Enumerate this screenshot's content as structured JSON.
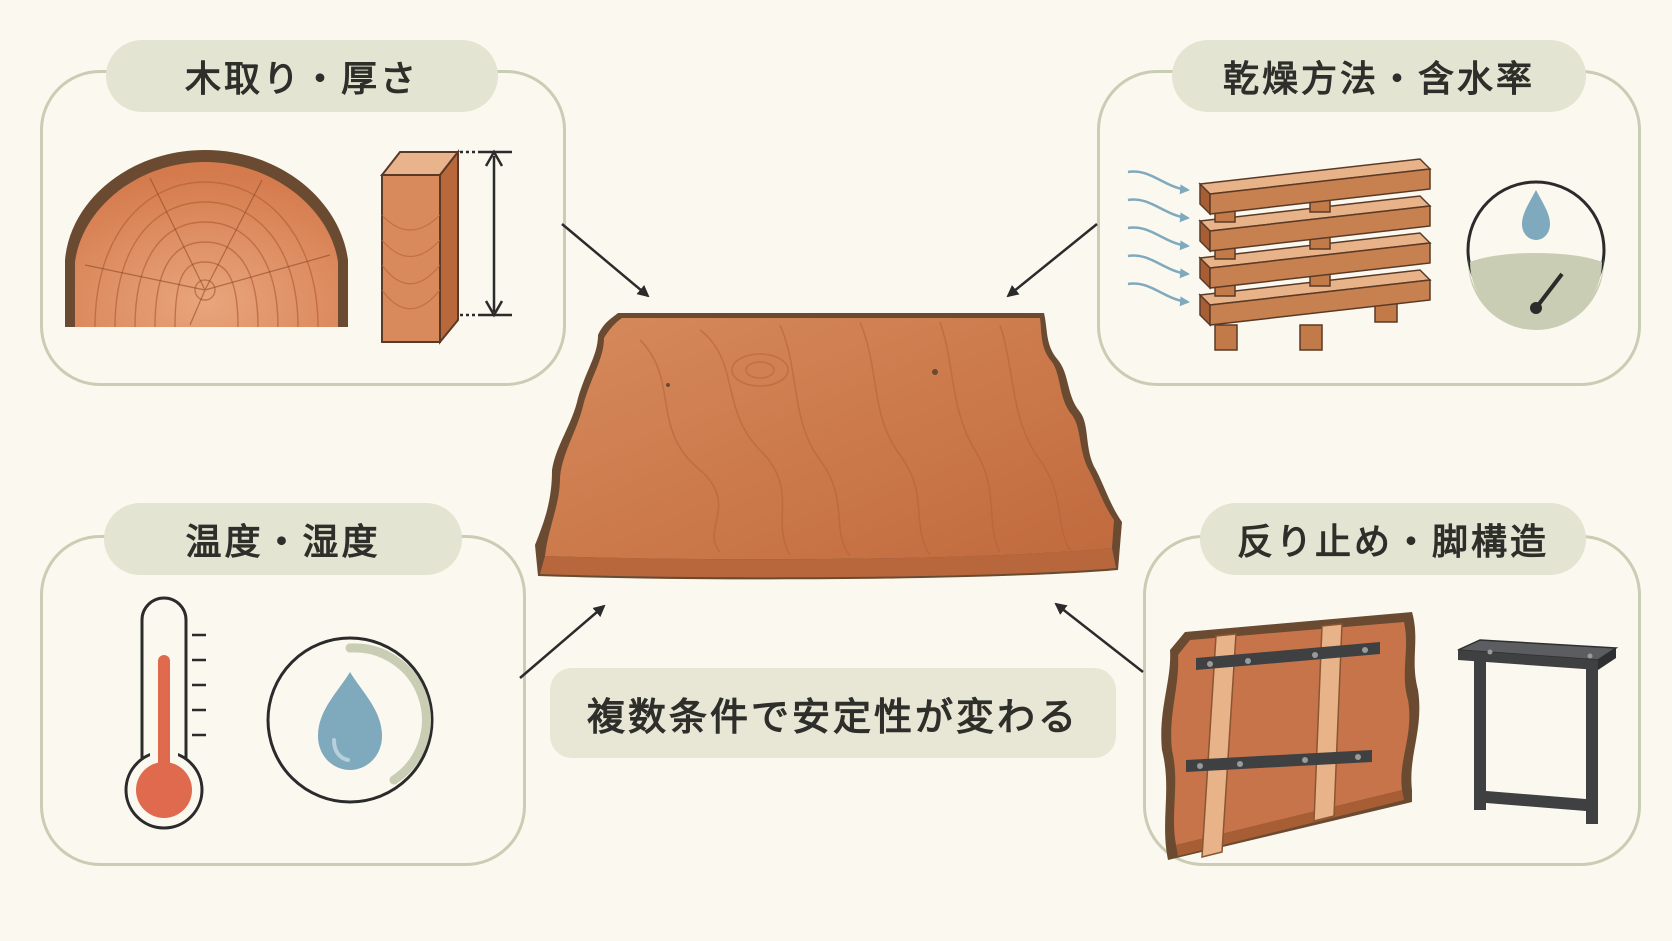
{
  "factors": {
    "cutting": {
      "label": "木取り・厚さ"
    },
    "drying": {
      "label": "乾燥方法・含水率"
    },
    "climate": {
      "label": "温度・湿度"
    },
    "support": {
      "label": "反り止め・脚構造"
    }
  },
  "center": {
    "caption": "複数条件で安定性が変わる"
  },
  "colors": {
    "background": "#fbf8ef",
    "panel_border": "#c9cdb4",
    "pill": "#e3e4d1",
    "wood": "#c8744a",
    "wood_light": "#e3a77c",
    "bark": "#6b4a32",
    "water": "#7fa9bd",
    "thermometer": "#e06a4e",
    "steel": "#4a4b4d",
    "arrow": "#2b2b2b"
  },
  "icons": [
    "log-cross-section-icon",
    "wood-block-icon",
    "thickness-dimension-icon",
    "stacked-lumber-icon",
    "airflow-icon",
    "moisture-gauge-icon",
    "thermometer-icon",
    "humidity-gauge-icon",
    "live-edge-slab-icon",
    "batten-underside-icon",
    "steel-leg-icon"
  ]
}
